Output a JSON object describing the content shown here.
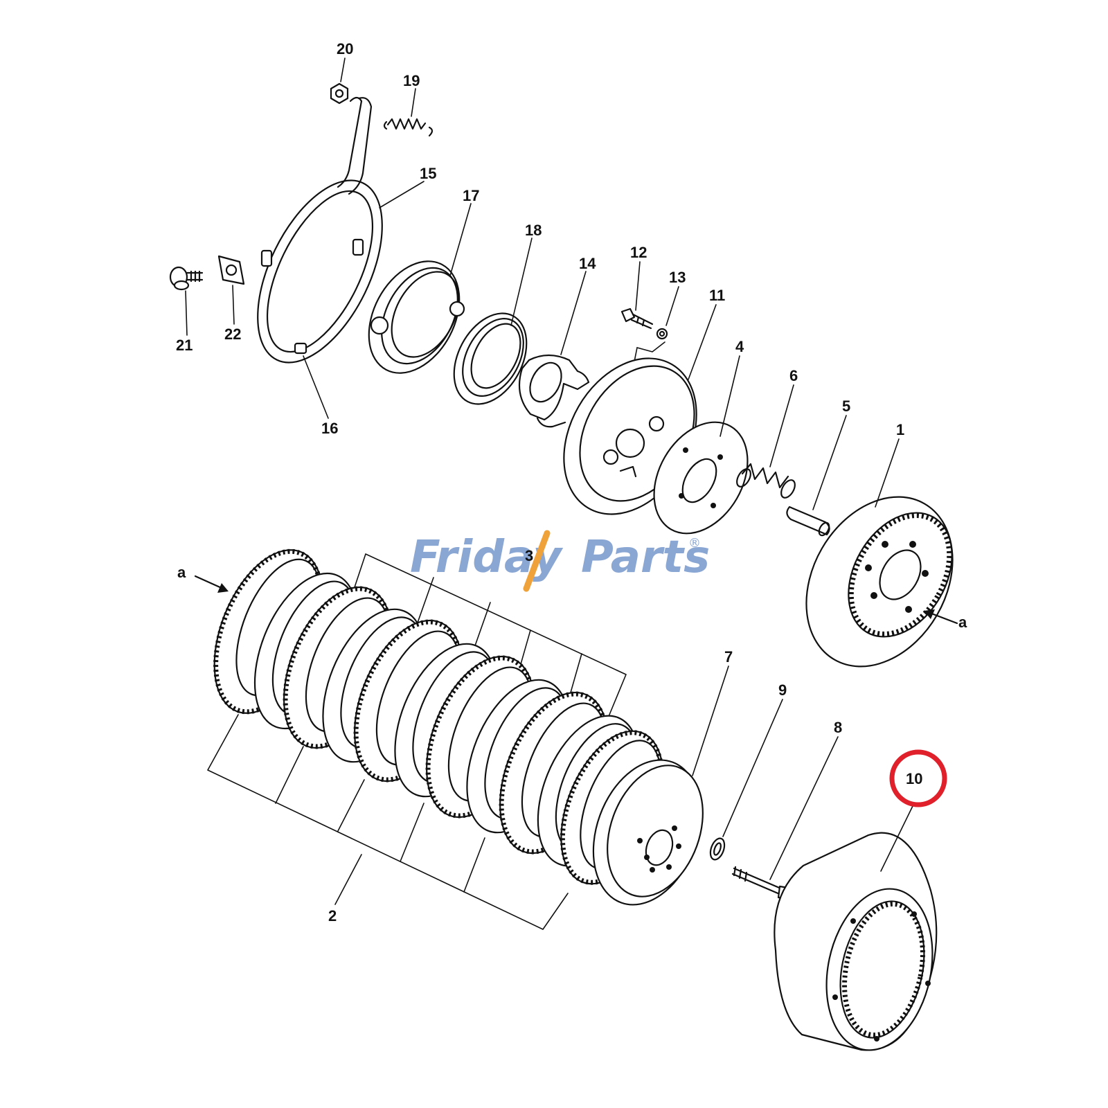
{
  "watermark": {
    "brand_a": "Friday",
    "brand_b": "Parts",
    "registered": "®",
    "color_blue": "#8aa6d3",
    "color_orange": "#f0a23a"
  },
  "highlight": {
    "part": "10",
    "color": "#e0202a"
  },
  "parts": {
    "p1": "1",
    "p2": "2",
    "p3": "3",
    "p4": "4",
    "p5": "5",
    "p6": "6",
    "p7": "7",
    "p8": "8",
    "p9": "9",
    "p10": "10",
    "p11": "11",
    "p12": "12",
    "p13": "13",
    "p14": "14",
    "p15": "15",
    "p16": "16",
    "p17": "17",
    "p18": "18",
    "p19": "19",
    "p20": "20",
    "p21": "21",
    "p22": "22",
    "a_left": "a",
    "a_right": "a"
  }
}
